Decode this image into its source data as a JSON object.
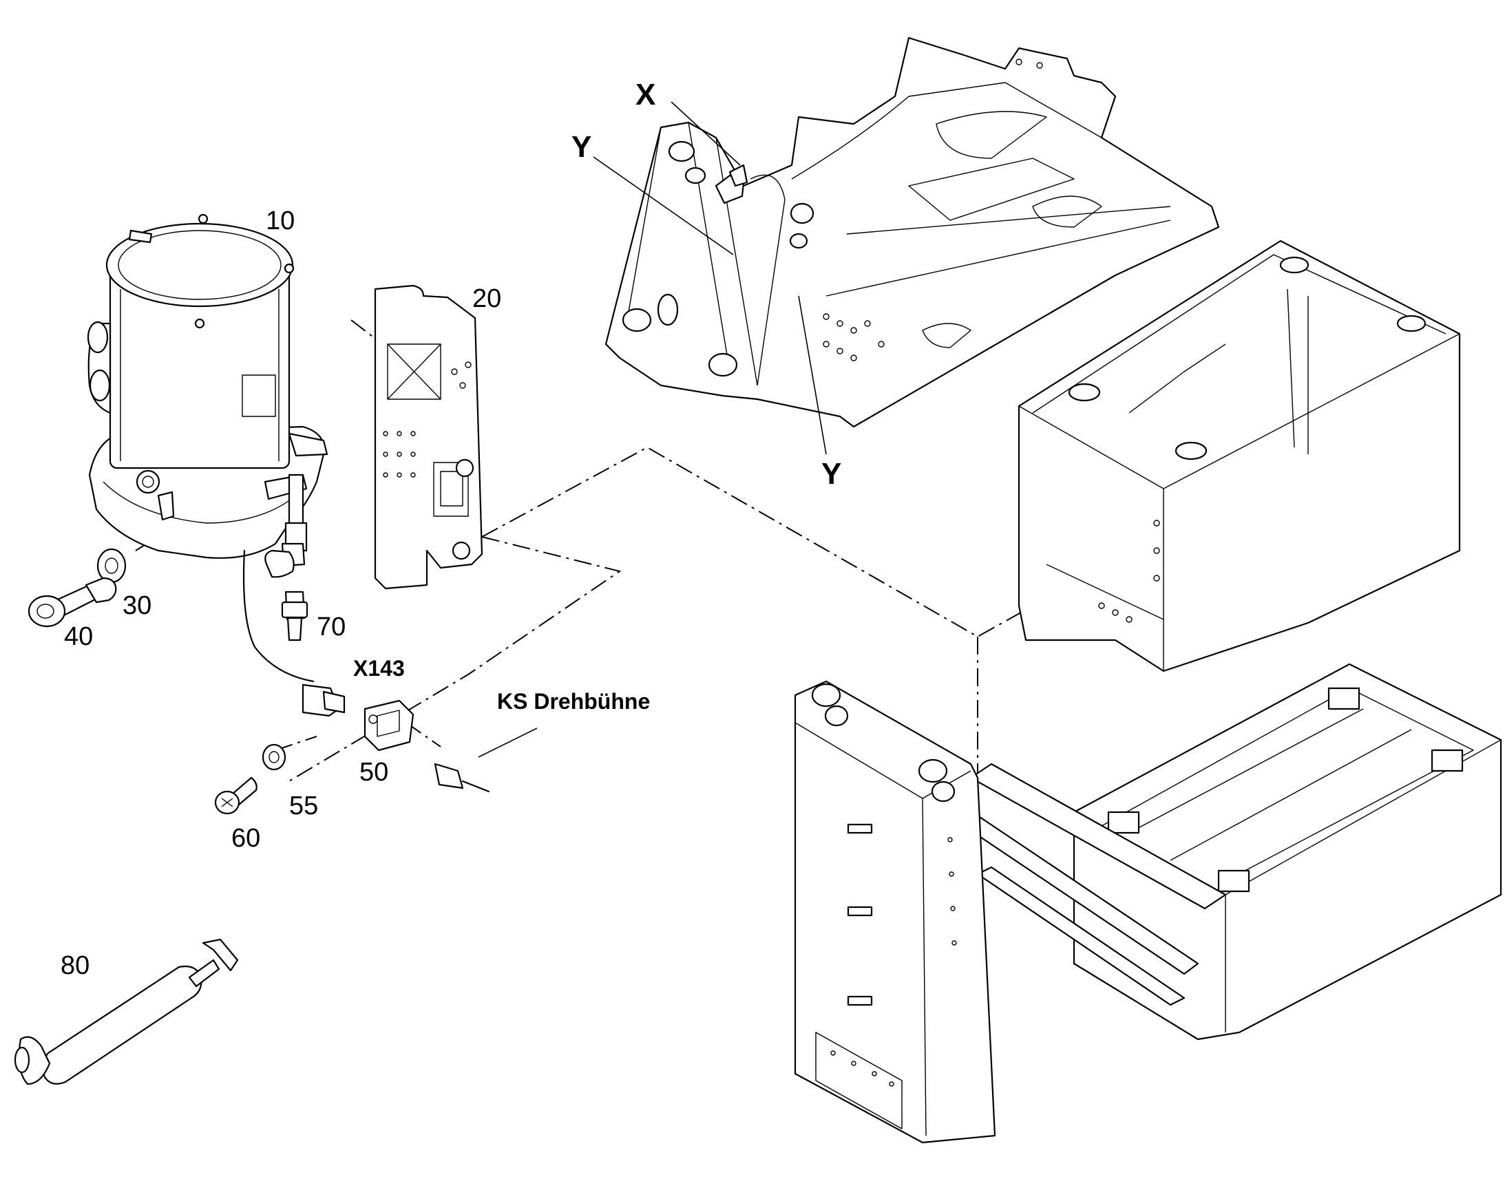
{
  "callouts": {
    "c10": "10",
    "c20": "20",
    "c30": "30",
    "c40": "40",
    "c50": "50",
    "c55": "55",
    "c60": "60",
    "c70": "70",
    "c80": "80"
  },
  "markers": {
    "x": "X",
    "y_top": "Y",
    "y_bottom": "Y"
  },
  "connector_label": "X143",
  "cable_label": "KS Drehbühne"
}
